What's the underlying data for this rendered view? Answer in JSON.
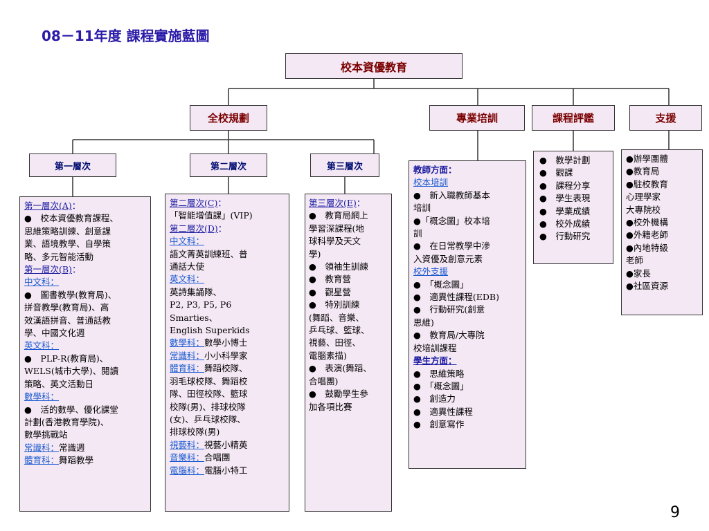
{
  "slide_title": "08－11年度 課程實施藍圖",
  "page_number": "9",
  "root": "校本資優教育",
  "branches": {
    "whole_school": "全校規劃",
    "professional": "專業培訓",
    "evaluation": "課程評鑑",
    "support": "支援"
  },
  "levels": {
    "level1": "第一層次",
    "level2": "第二層次",
    "level3": "第三層次"
  },
  "panel_level1": {
    "a_head": "第一層次(A)",
    "a_lines": [
      "●　校本資優教育課程、",
      "思維策略訓練、創意課",
      "業、語境教學、自學策",
      "略、多元智能活動"
    ],
    "b_head": "第一層次(B)",
    "chinese": "中文科",
    "chinese_lines": [
      "●　圖書教學(教育局)、",
      "拼音教學(教育局)、高",
      "效漢語拼音、普通話教",
      "學、中國文化週"
    ],
    "english": "英文科",
    "english_lines": [
      "●　PLP-R(教育局)、",
      "WELS(城市大學)、閱讀",
      "策略、英文活動日"
    ],
    "math": "數學科",
    "math_lines": [
      "●　活的數學、優化課堂",
      "計劃(香港教育學院)、",
      "數學挑戰站"
    ],
    "gs": "常識科",
    "gs_text": "常識週",
    "pe": "體育科",
    "pe_text": "舞蹈教學"
  },
  "panel_level2": {
    "c_head": "第二層次(C)",
    "c_line": "「智能增值課」(VIP)",
    "d_head": "第二層次(D)",
    "chinese": "中文科",
    "chinese_lines": [
      "語文菁英訓練班、普",
      "通話大使"
    ],
    "english": "英文科",
    "english_lines": [
      "英詩集誦隊、",
      "P2, P3, P5, P6",
      "Smarties、",
      "English Superkids"
    ],
    "math": "數學科",
    "math_text": "數學小博士",
    "gs": "常識科",
    "gs_text": "小小科學家",
    "pe": "體育科",
    "pe_lines": [
      "舞蹈校隊、",
      "羽毛球校隊、舞蹈校",
      "隊、田徑校隊、籃球",
      "校隊(男)、排球校隊",
      "(女)、乒乓球校隊、",
      "排球校隊(男)"
    ],
    "va": "視藝科",
    "va_text": "視藝小精英",
    "music": "音樂科",
    "music_text": "合唱團",
    "cs": "電腦科",
    "cs_text": "電腦小特工"
  },
  "panel_level3": {
    "e_head": "第三層次(E)",
    "lines": [
      "●　教育局網上",
      "學習深課程(地",
      "球科學及天文",
      "學)",
      "●　領袖生訓練",
      "●　教育營",
      "●　觀星營",
      "●　特別訓練",
      "(舞蹈、音樂、",
      "乒乓球、籃球、",
      "視藝、田徑、",
      "電腦素描)",
      "●　表演(舞蹈、",
      "合唱團)",
      "●　鼓勵學生參",
      "加各項比賽"
    ]
  },
  "panel_training": {
    "teacher_head": "教師方面：",
    "inschool_head": "校本培訓",
    "inschool_lines": [
      "●　新入職教師基本",
      "培訓",
      "●「概念圖」校本培",
      "訓",
      "●　在日常教學中滲",
      "入資優及創意元素"
    ],
    "outschool_head": "校外支援",
    "outschool_lines": [
      "●　「概念圖」",
      "●　適異性課程(EDB)",
      "●　行動研究(創意",
      "思維)",
      "●　教育局/大專院",
      "校培訓課程"
    ],
    "student_head": "學生方面：",
    "student_lines": [
      "●　思維策略",
      "●　「概念圖」",
      "●　創造力",
      "●　適異性課程",
      "●　創意寫作"
    ]
  },
  "panel_evaluation": {
    "lines": [
      "●　教學計劃",
      "●　觀課",
      "●　課程分享",
      "●　學生表現",
      "●　學業成績",
      "●　校外成績",
      "●　行動研究"
    ]
  },
  "panel_support": {
    "lines": [
      "●辦學團體",
      "●教育局",
      "●駐校教育",
      "心理學家",
      "大專院校",
      "●校外機構",
      "●外籍老師",
      "●內地特級",
      "老師",
      "●家長",
      "●社區資源"
    ]
  }
}
